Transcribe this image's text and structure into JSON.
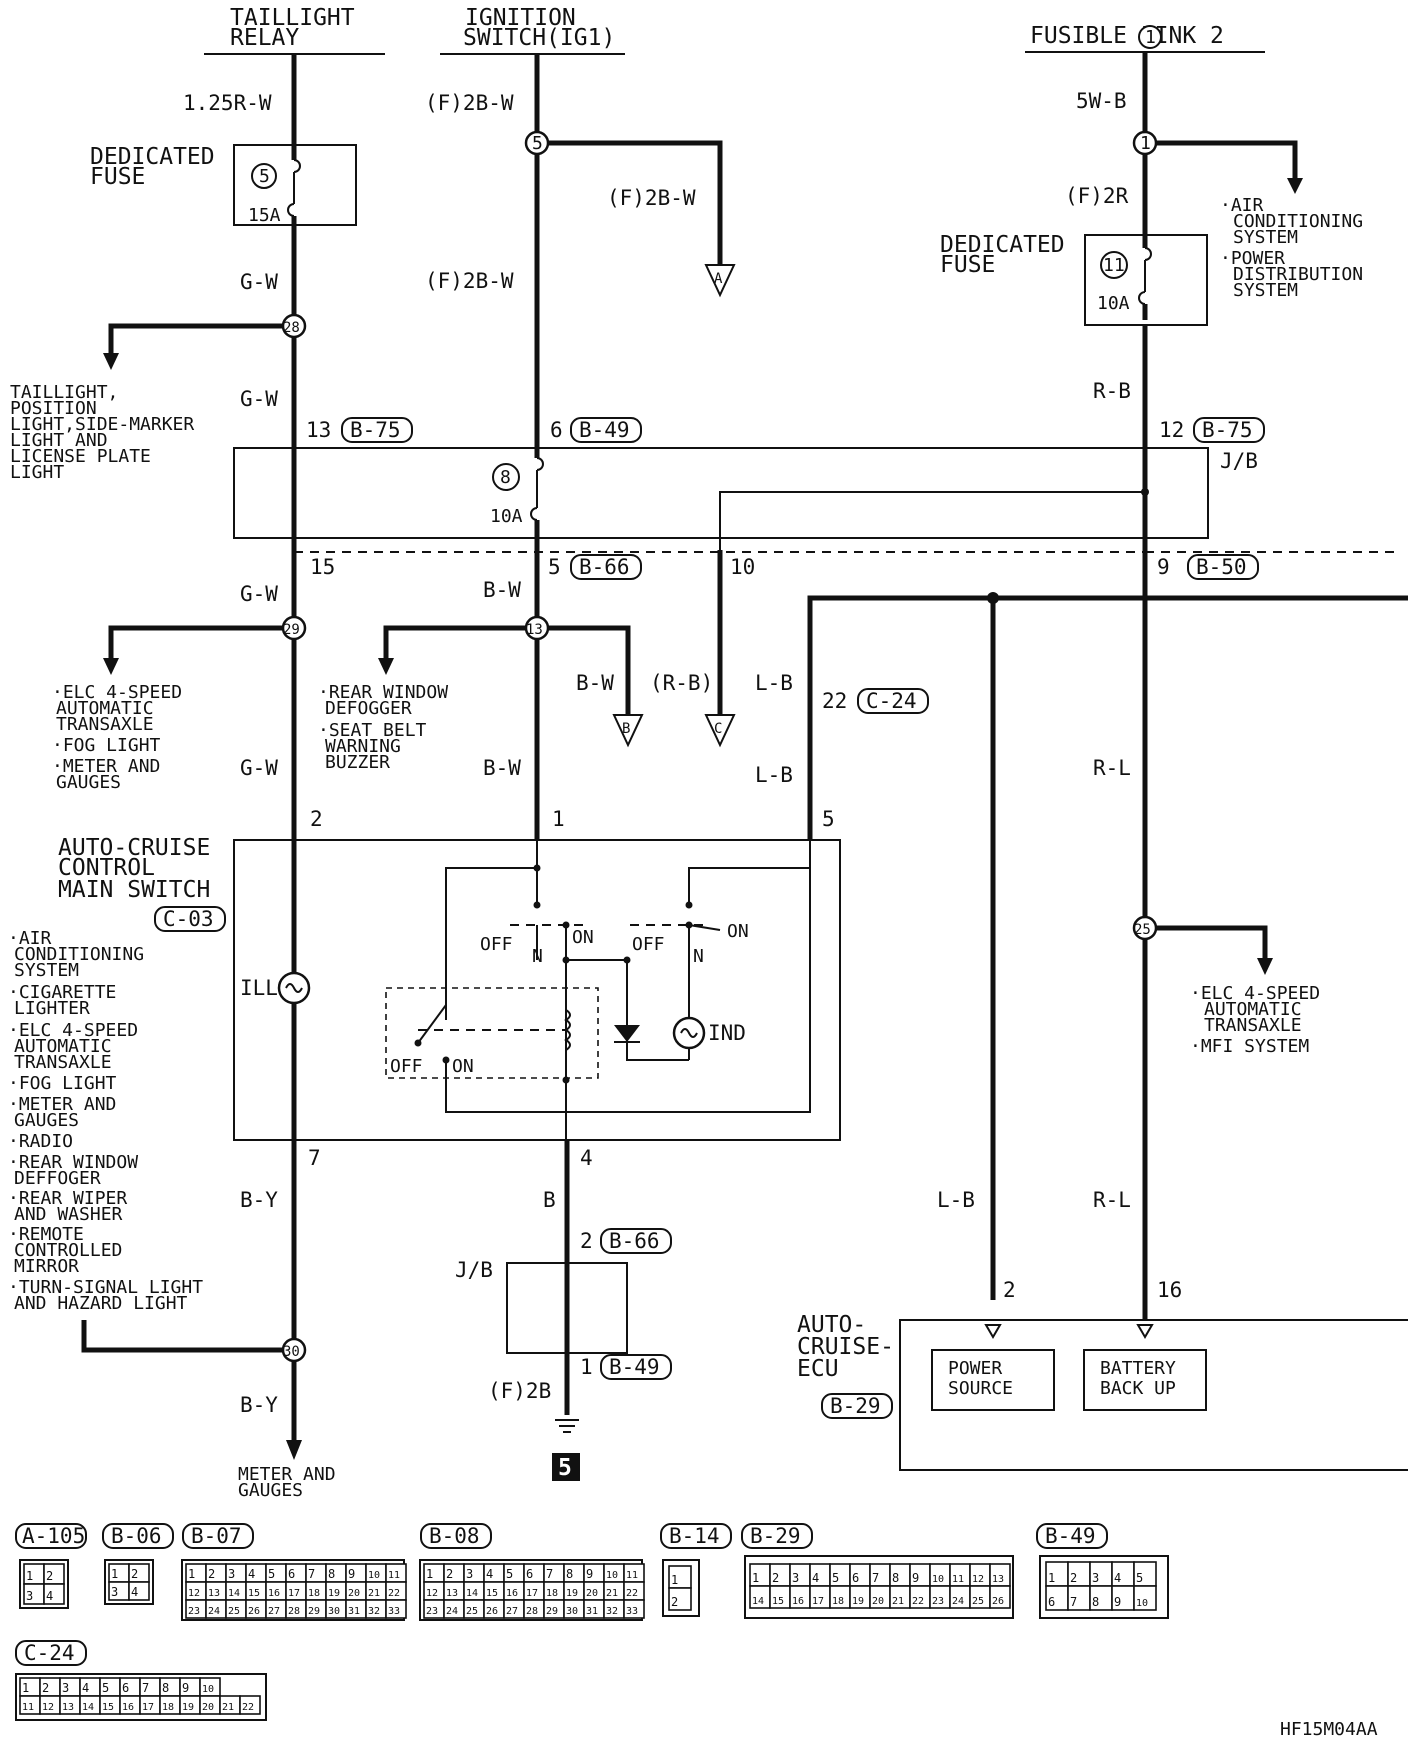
{
  "sources": {
    "taillight_relay": [
      "TAILLIGHT",
      "RELAY"
    ],
    "ignition_switch": [
      "IGNITION",
      "SWITCH(IG1)"
    ],
    "fusible_link": "FUSIBLE LINK 2",
    "fusible_link_num": "1"
  },
  "wires": {
    "w_125rw": "1.25R-W",
    "w_f2bw_1": "(F)2B-W",
    "w_f2bw_2": "(F)2B-W",
    "w_f2bw_3": "(F)2B-W",
    "w_5wb": "5W-B",
    "w_f2r": "(F)2R",
    "w_gw_1": "G-W",
    "w_gw_2": "G-W",
    "w_gw_3": "G-W",
    "w_gw_4": "G-W",
    "w_rb": "R-B",
    "w_bw_1": "B-W",
    "w_bw_2": "B-W",
    "w_bw_3": "B-W",
    "w_rb_paren": "(R-B)",
    "w_lb_1": "L-B",
    "w_lb_2": "L-B",
    "w_lb_3": "L-B",
    "w_rl_1": "R-L",
    "w_rl_2": "R-L",
    "w_by_1": "B-Y",
    "w_by_2": "B-Y",
    "w_b": "B",
    "w_f2b": "(F)2B"
  },
  "fuses": {
    "dedicated_fuse_left": [
      "DEDICATED",
      "FUSE"
    ],
    "fuse5_num": "5",
    "fuse5_amp": "15A",
    "dedicated_fuse_right": [
      "DEDICATED",
      "FUSE"
    ],
    "fuse11_num": "11",
    "fuse11_amp": "10A",
    "fuse8_num": "8",
    "fuse8_amp": "10A"
  },
  "junctions": {
    "j5": "5",
    "j1": "1",
    "j28": "28",
    "j29": "29",
    "j13": "13",
    "j25": "25",
    "j30": "30"
  },
  "connector_labels": {
    "c13_pin": "13",
    "c13_id": "B-75",
    "c6_pin": "6",
    "c6_id": "B-49",
    "c12_pin": "12",
    "c12_id": "B-75",
    "jb_top": "J/B",
    "c15_pin": "15",
    "c5_pin": "5",
    "c5_id": "B-66",
    "c10_pin": "10",
    "c9_pin": "9",
    "c9_id": "B-50",
    "c22_pin": "22",
    "c22_id": "C-24",
    "sw_pin2": "2",
    "sw_pin1": "1",
    "sw_pin5": "5",
    "sw_pin7": "7",
    "sw_pin4": "4",
    "jb2_pin": "2",
    "jb2_id": "B-66",
    "jb_bottom": "J/B",
    "jb1_pin": "1",
    "jb1_id": "B-49",
    "ecu_pin2": "2",
    "ecu_pin16": "16"
  },
  "offpage": {
    "a": "A",
    "b": "B",
    "c": "C"
  },
  "destinations": {
    "ac_power": [
      "·AIR",
      "CONDITIONING",
      "SYSTEM",
      "·POWER",
      "DISTRIBUTION",
      "SYSTEM"
    ],
    "taillight": [
      "TAILLIGHT,",
      "POSITION",
      "LIGHT,SIDE-MARKER",
      "LIGHT AND",
      "LICENSE PLATE",
      "LIGHT"
    ],
    "elc_fog_meter": [
      "·ELC 4-SPEED",
      "AUTOMATIC",
      "TRANSAXLE",
      "·FOG LIGHT",
      "·METER AND",
      "GAUGES"
    ],
    "rear_seat": [
      "·REAR WINDOW",
      "DEFOGGER",
      "·SEAT BELT",
      "WARNING",
      "BUZZER"
    ],
    "elc_mfi": [
      "·ELC 4-SPEED",
      "AUTOMATIC",
      "TRANSAXLE",
      "·MFI SYSTEM"
    ],
    "ill_list": [
      "·AIR",
      "CONDITIONING",
      "SYSTEM",
      "·CIGARETTE",
      "LIGHTER",
      "·ELC 4-SPEED",
      "AUTOMATIC",
      "TRANSAXLE",
      "·FOG LIGHT",
      "·METER AND",
      "GAUGES",
      "·RADIO",
      "·REAR WINDOW",
      "DEFFOGER",
      "·REAR WIPER",
      "AND WASHER",
      "·REMOTE",
      "CONTROLLED",
      "MIRROR",
      "·TURN-SIGNAL LIGHT",
      "AND HAZARD LIGHT"
    ],
    "meter_gauges": [
      "METER AND",
      "GAUGES"
    ]
  },
  "switch": {
    "title": [
      "AUTO-CRUISE",
      "CONTROL",
      "MAIN SWITCH"
    ],
    "id": "C-03",
    "ill": "ILL",
    "ind": "IND",
    "off1": "OFF",
    "n1": "N",
    "on1": "ON",
    "off2": "OFF",
    "n2": "N",
    "on2": "ON",
    "off3": "OFF",
    "on3": "ON"
  },
  "ecu": {
    "title": [
      "AUTO-",
      "CRUISE-",
      "ECU"
    ],
    "id": "B-29",
    "power": [
      "POWER",
      "SOURCE"
    ],
    "battery": [
      "BATTERY",
      "BACK UP"
    ]
  },
  "ground": "5",
  "connectors": {
    "a105": "A-105",
    "b06": "B-06",
    "b07": "B-07",
    "b08": "B-08",
    "b14": "B-14",
    "b29": "B-29",
    "b49": "B-49",
    "c24": "C-24"
  },
  "code": "HF15M04AA"
}
